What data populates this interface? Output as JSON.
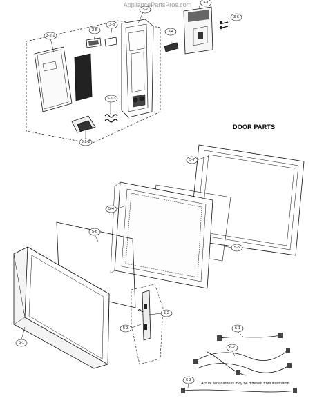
{
  "watermark": "AppliancePartsPros.com",
  "title": "DOOR PARTS",
  "note": "Actual wire harness may be different from illustration.",
  "callouts": {
    "c3_1": "3-1",
    "c3_2": "3-2",
    "c3_2_1": "3-2-1",
    "c3_2_2": "3-2-2",
    "c3_2_3": "3-2-3",
    "c3_3": "3-3",
    "c3_4": "3-4",
    "c3_5": "3-5",
    "c3_6": "3-6",
    "c5_1": "5-1",
    "c5_2": "5-2",
    "c5_3": "5-3",
    "c5_4": "5-4",
    "c5_5": "5-5",
    "c5_6": "5-6",
    "c5_7": "5-7",
    "c6_1": "6-1",
    "c6_2": "6-2",
    "c6_3": "6-3"
  }
}
